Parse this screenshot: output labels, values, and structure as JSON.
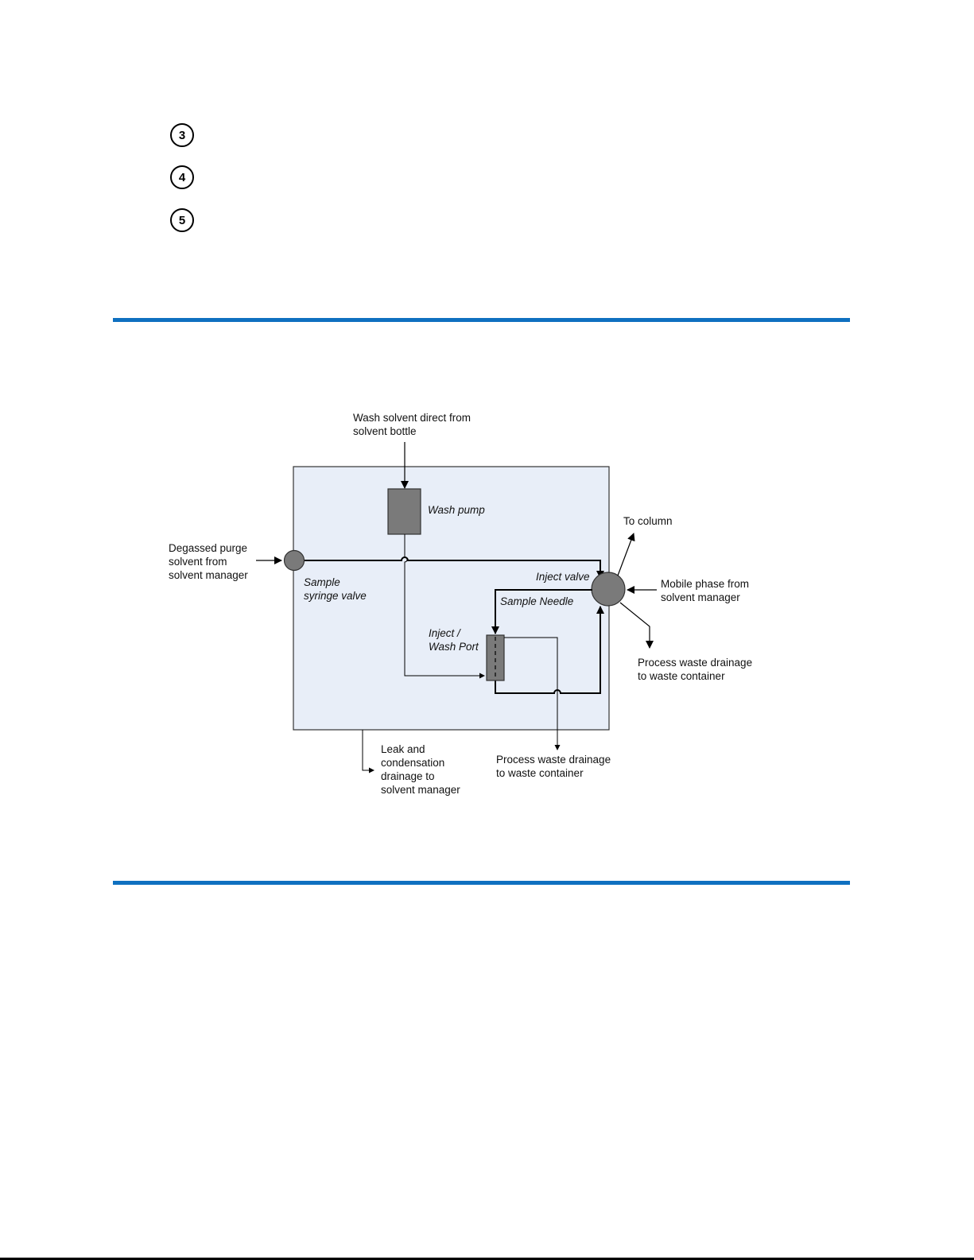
{
  "steps": [
    "3",
    "4",
    "5"
  ],
  "diagram": {
    "colors": {
      "enclosure_fill": "#e8eef8",
      "component_fill": "#7a7a7a",
      "rule": "#0f70c0"
    },
    "labels": {
      "wash_solvent": [
        "Wash solvent direct from",
        "solvent bottle"
      ],
      "wash_pump": "Wash pump",
      "to_column": "To column",
      "degassed_purge": [
        "Degassed purge",
        "solvent from",
        "solvent manager"
      ],
      "sample_syringe_valve": [
        "Sample",
        "syringe valve"
      ],
      "inject_valve": "Inject valve",
      "mobile_phase": [
        "Mobile phase from",
        "solvent manager"
      ],
      "sample_needle": "Sample Needle",
      "inject_wash_port": [
        "Inject /",
        "Wash Port"
      ],
      "process_waste_right": [
        "Process waste drainage",
        "to waste container"
      ],
      "leak_drainage": [
        "Leak and",
        "condensation",
        "drainage to",
        "solvent manager"
      ],
      "process_waste_bottom": [
        "Process waste drainage",
        "to waste container"
      ]
    }
  }
}
